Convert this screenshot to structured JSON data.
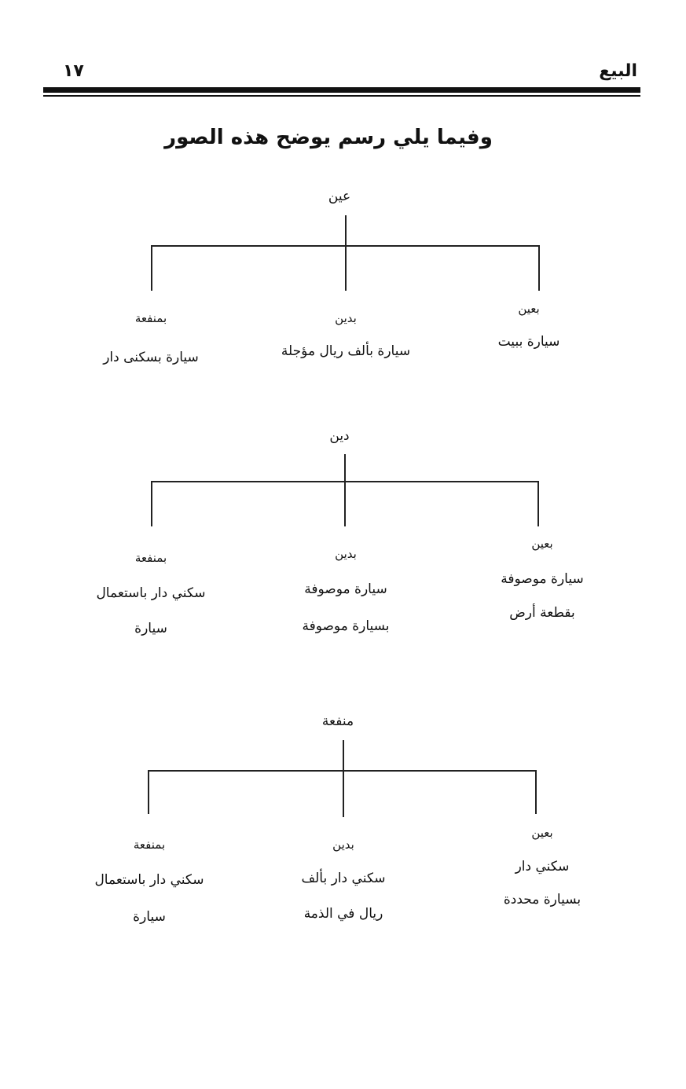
{
  "header": {
    "page_number": "١٧",
    "chapter": "البيع"
  },
  "title": "وفيما يلي رسم يوضح هذه الصور",
  "diagrams": [
    {
      "root": "عين",
      "branches": [
        {
          "label": "بعين",
          "lines": [
            "سيارة ببيت"
          ]
        },
        {
          "label": "بدين",
          "lines": [
            "سيارة بألف ريال مؤجلة"
          ]
        },
        {
          "label": "بمنفعة",
          "lines": [
            "سيارة بسكنى دار"
          ]
        }
      ]
    },
    {
      "root": "دين",
      "branches": [
        {
          "label": "بعين",
          "lines": [
            "سيارة موصوفة",
            "بقطعة أرض"
          ]
        },
        {
          "label": "بدين",
          "lines": [
            "سيارة موصوفة",
            "بسيارة موصوفة"
          ]
        },
        {
          "label": "بمنفعة",
          "lines": [
            "سكني دار باستعمال",
            "سيارة"
          ]
        }
      ]
    },
    {
      "root": "منفعة",
      "branches": [
        {
          "label": "بعين",
          "lines": [
            "سكني دار",
            "بسيارة محددة"
          ]
        },
        {
          "label": "بدين",
          "lines": [
            "سكني دار بألف",
            "ريال في الذمة"
          ]
        },
        {
          "label": "بمنفعة",
          "lines": [
            "سكني دار باستعمال",
            "سيارة"
          ]
        }
      ]
    }
  ]
}
